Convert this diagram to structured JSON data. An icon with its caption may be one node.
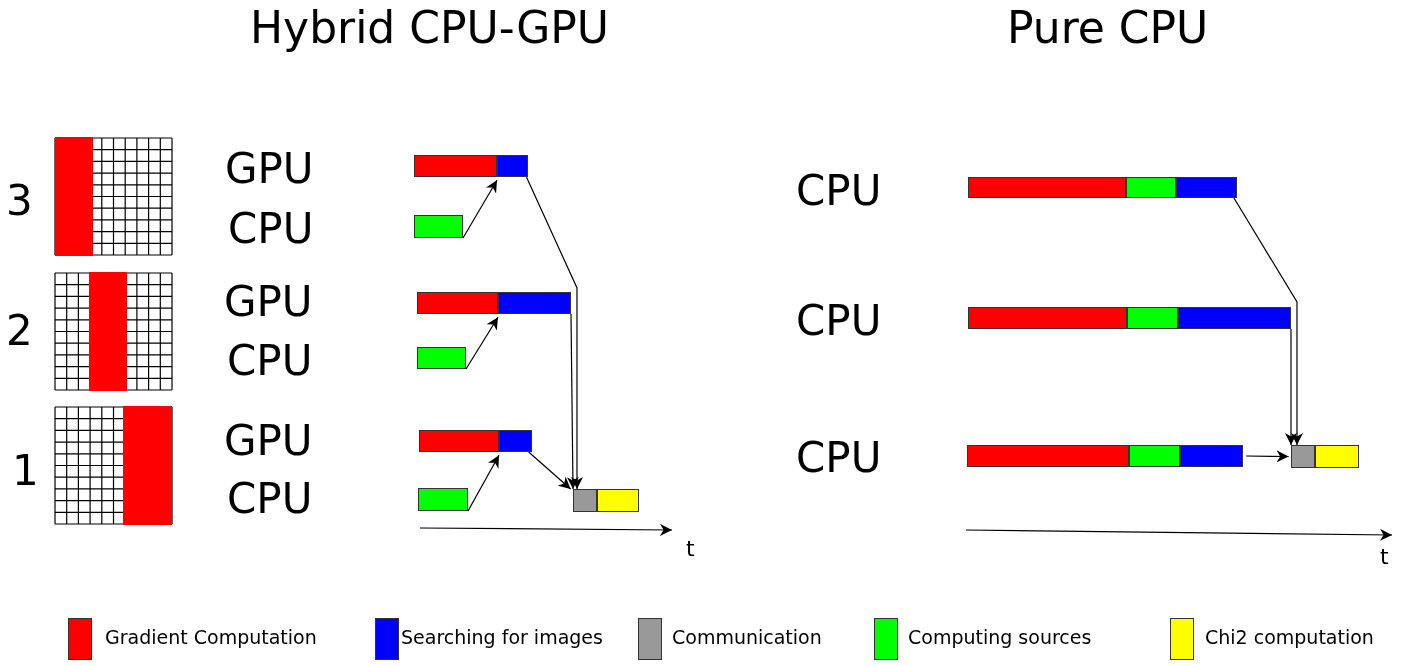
{
  "diagram": {
    "nodes": [
      {
        "text": [],
        "shape": "bar"
      },
      {
        "text": [],
        "shape": "bar"
      },
      {
        "text": [],
        "shape": "bar"
      },
      {
        "text": [],
        "shape": "bar"
      },
      {
        "text": [],
        "shape": "bar"
      },
      {
        "text": [],
        "shape": "bar"
      },
      {
        "text": [],
        "shape": "bar"
      },
      {
        "text": [],
        "shape": "bar"
      },
      {
        "text": [],
        "shape": "bar"
      },
      {
        "text": [],
        "shape": "bar"
      },
      {
        "text": [],
        "shape": "bar"
      },
      {
        "text": [],
        "shape": "bar"
      },
      {
        "text": [],
        "shape": "bar"
      },
      {
        "text": [],
        "shape": "bar"
      },
      {
        "text": [],
        "shape": "bar"
      },
      {
        "text": [],
        "shape": "bar"
      },
      {
        "text": [],
        "shape": "bar"
      },
      {
        "text": [],
        "shape": "bar"
      },
      {
        "text": [],
        "shape": "bar"
      },
      {
        "text": [],
        "shape": "bar"
      },
      {
        "text": [],
        "shape": "bar"
      },
      {
        "text": [],
        "shape": "bar"
      }
    ],
    "edges": [
      {
        "from": 2,
        "to": 1,
        "arrow": "to"
      },
      {
        "from": 5,
        "to": 4,
        "arrow": "to"
      },
      {
        "from": 8,
        "to": 7,
        "arrow": "to"
      },
      {
        "from": 1,
        "to": 9,
        "arrow": "to"
      },
      {
        "from": 4,
        "to": 9,
        "arrow": "to"
      },
      {
        "from": 7,
        "to": 9,
        "arrow": "to"
      },
      {
        "from": 13,
        "to": 20,
        "arrow": "to"
      },
      {
        "from": 16,
        "to": 20,
        "arrow": "to"
      },
      {
        "from": 19,
        "to": 20,
        "arrow": "to"
      }
    ],
    "labels": [
      "Hybrid CPU-GPU",
      "Pure CPU",
      "3",
      "GPU",
      "CPU",
      "2",
      "GPU",
      "CPU",
      "1",
      "GPU",
      "CPU",
      "t",
      "CPU",
      "CPU",
      "CPU",
      "t"
    ],
    "legend": [
      {
        "text": "Gradient Computation",
        "color": "#ff0000"
      },
      {
        "text": "Searching for images",
        "color": "#0000ff"
      },
      {
        "text": "Communication",
        "color": "#999999"
      },
      {
        "text": "Computing sources",
        "color": "#00ff00"
      },
      {
        "text": "Chi2 computation",
        "color": "#ffff00"
      }
    ]
  }
}
